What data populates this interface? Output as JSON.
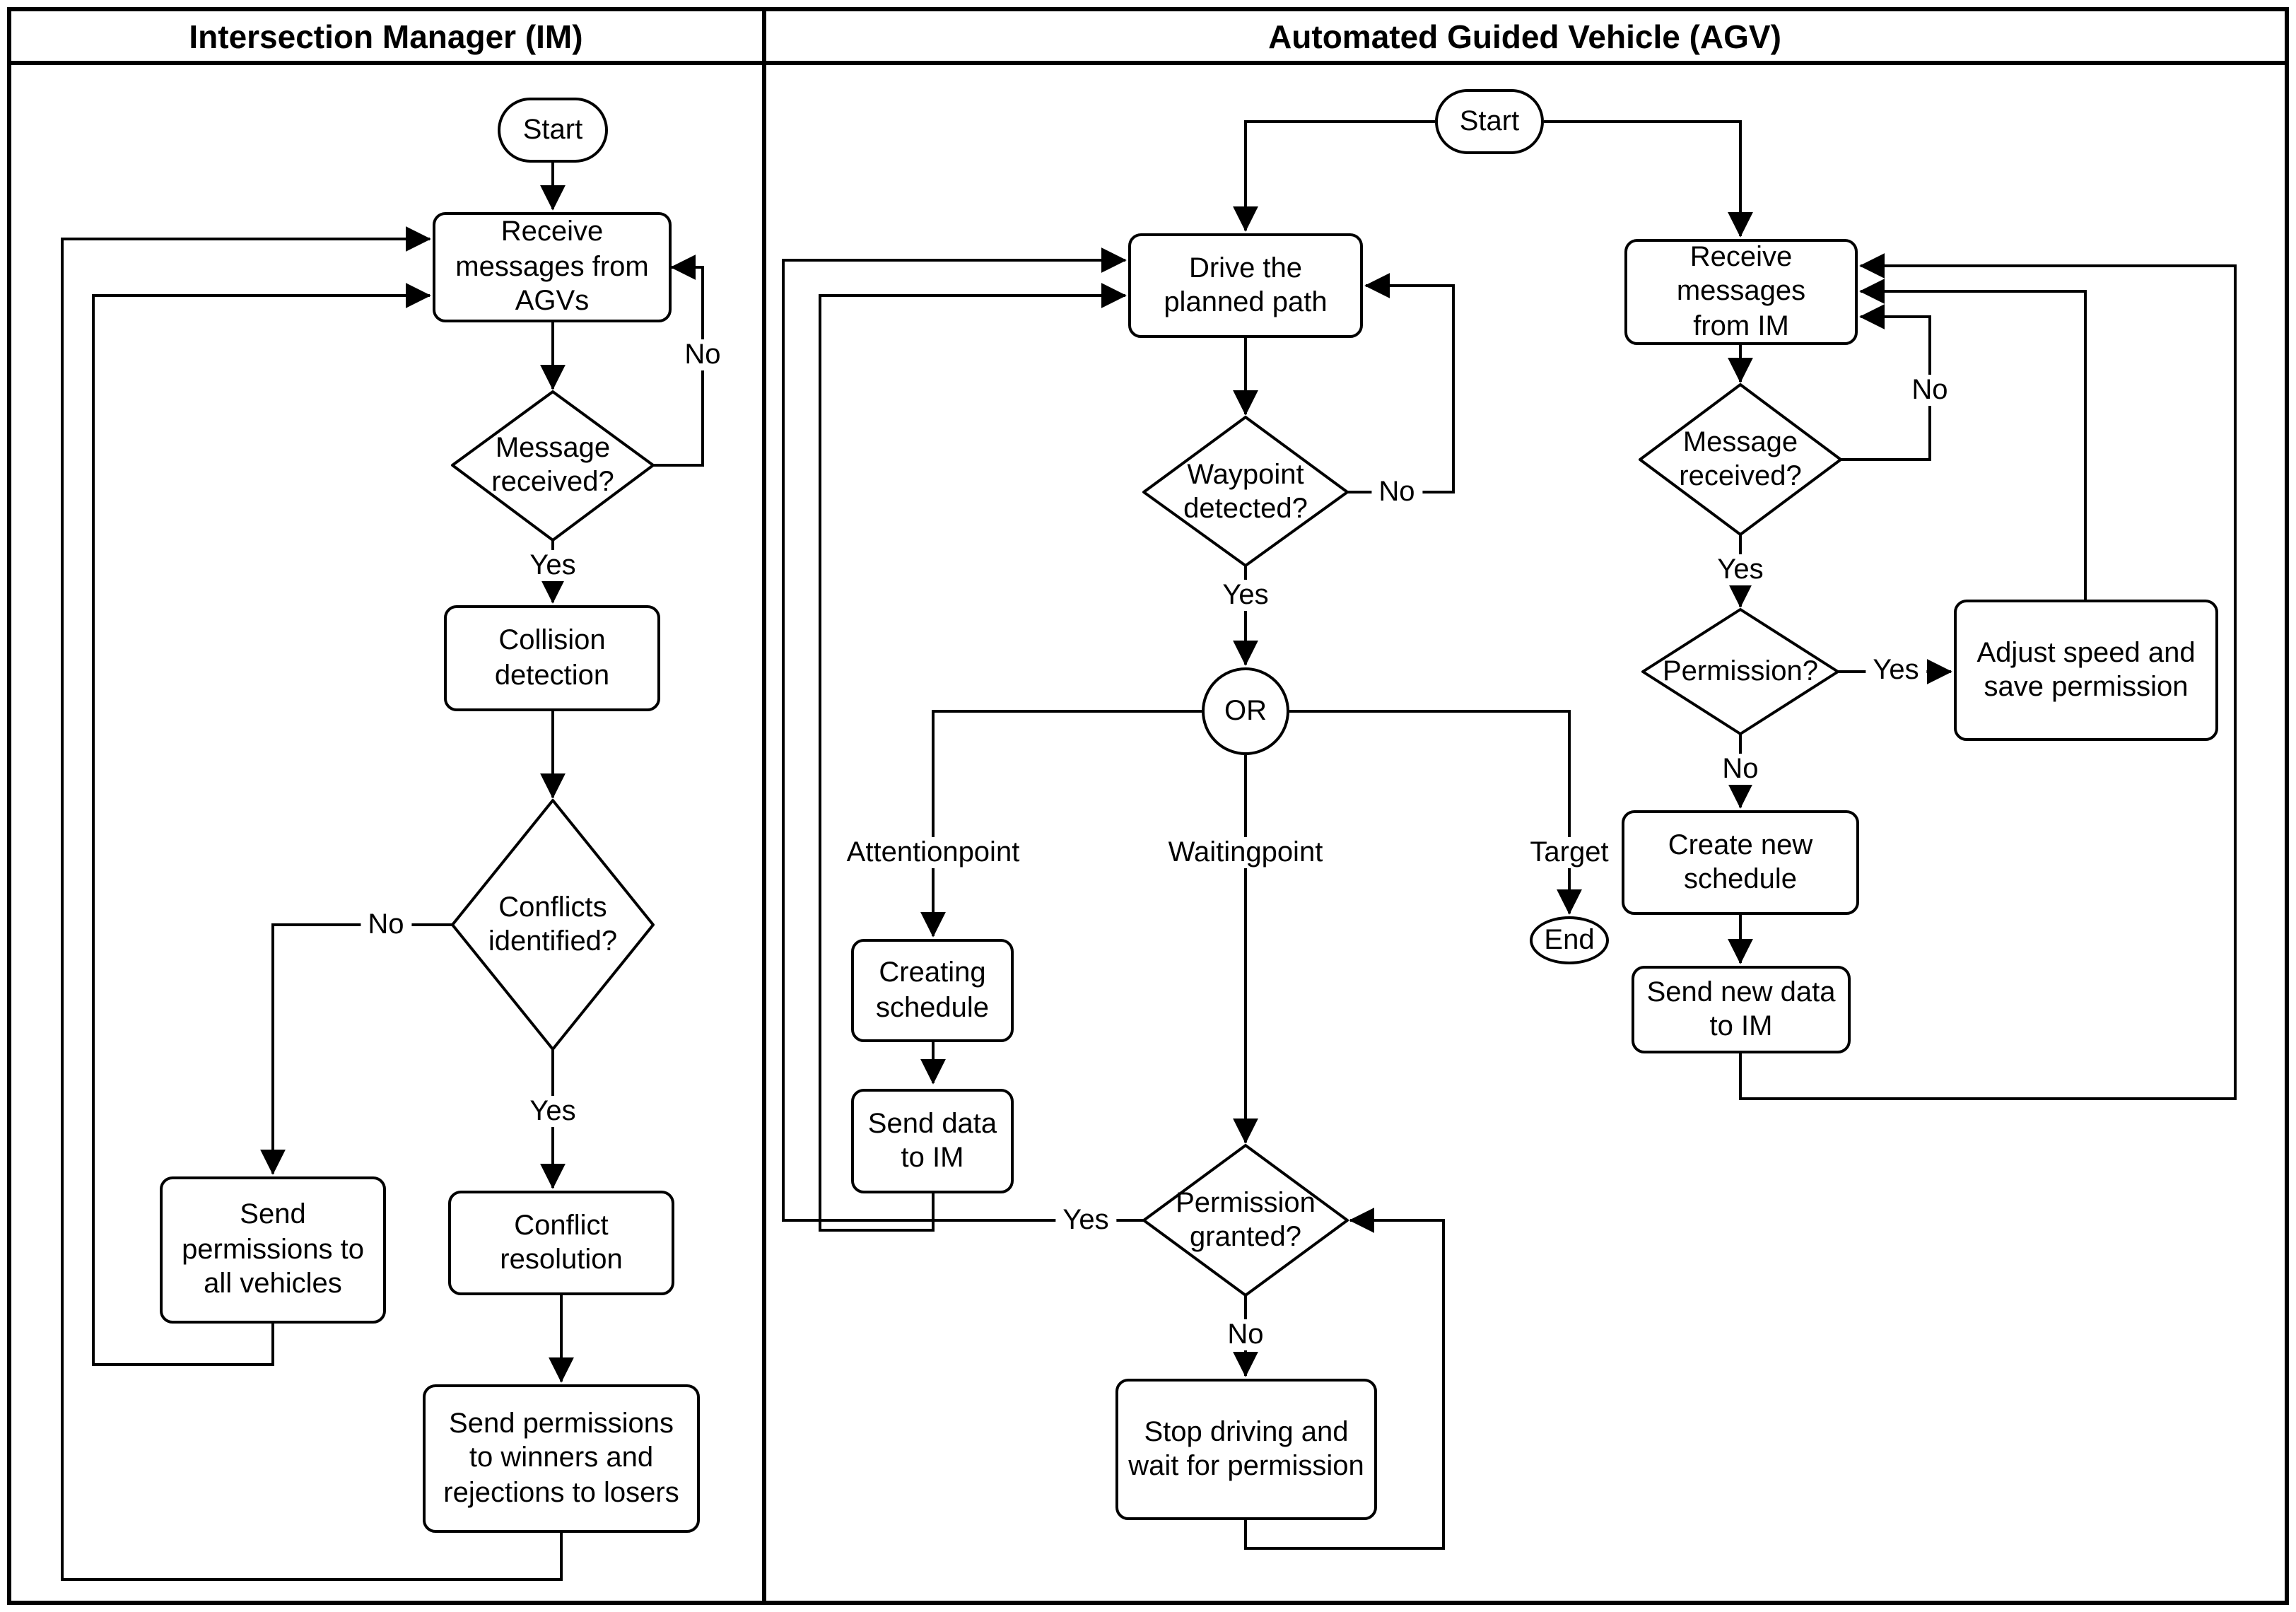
{
  "lanes": [
    {
      "title": "Intersection Manager (IM)"
    },
    {
      "title": "Automated Guided Vehicle (AGV)"
    }
  ],
  "im": {
    "start": "Start",
    "receive_messages": "Receive messages from AGVs",
    "message_received": "Message received?",
    "collision_detection": "Collision detection",
    "conflicts_identified": "Conflicts identified?",
    "send_permissions_all": "Send permissions to all vehicles",
    "conflict_resolution": "Conflict resolution",
    "send_permissions_winners": "Send permissions to winners and rejections to losers",
    "labels": {
      "message_received_yes": "Yes",
      "message_received_no": "No",
      "conflicts_yes": "Yes",
      "conflicts_no": "No"
    }
  },
  "agv": {
    "start": "Start",
    "drive": "Drive the planned path",
    "waypoint_detected": "Waypoint detected?",
    "or": "OR",
    "attentionpoint": "Attentionpoint",
    "waitingpoint": "Waitingpoint",
    "target": "Target",
    "creating_schedule": "Creating schedule",
    "send_data_im": "Send data to IM",
    "end": "End",
    "permission_granted": "Permission granted?",
    "stop_driving": "Stop driving and wait for permission",
    "receive_messages": "Receive messages from IM",
    "message_received": "Message received?",
    "permission": "Permission?",
    "adjust_speed": "Adjust speed and save permission",
    "create_new_schedule": "Create new schedule",
    "send_new_data": "Send new data to IM",
    "labels": {
      "waypoint_yes": "Yes",
      "waypoint_no": "No",
      "permission_granted_yes": "Yes",
      "permission_granted_no": "No",
      "message_received_yes": "Yes",
      "message_received_no": "No",
      "permission_yes": "Yes",
      "permission_no": "No"
    }
  }
}
